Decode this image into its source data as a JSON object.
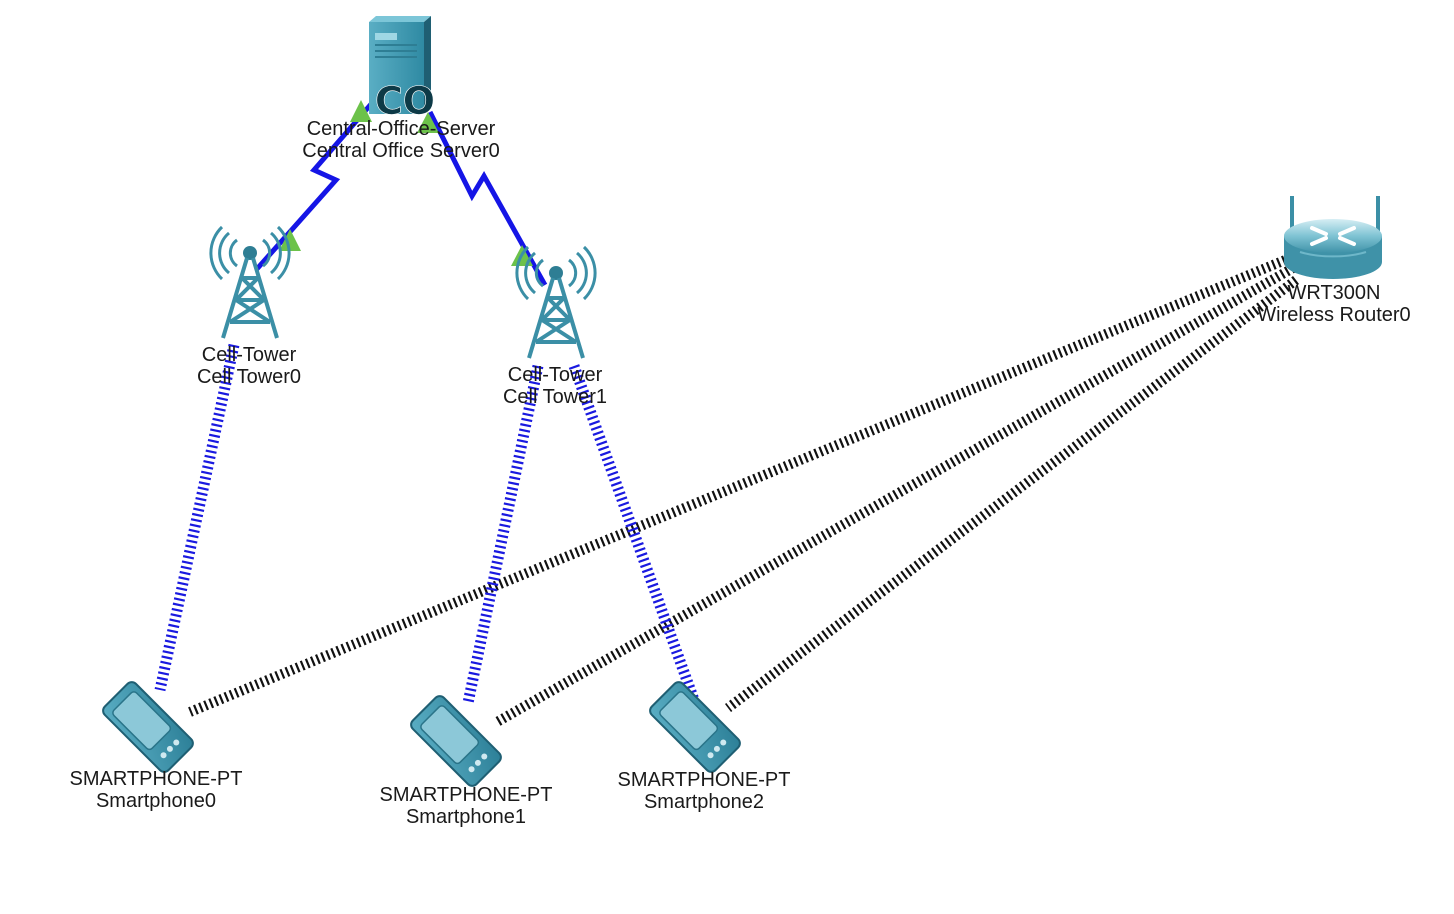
{
  "colors": {
    "serial_link": "#1515e6",
    "cell_link": "#1a1ae0",
    "wifi_link": "#111111",
    "link_up": "#6cc24a",
    "device_teal": "#3b8fa6",
    "device_dark": "#1f5f73"
  },
  "devices": {
    "server": {
      "model": "Central-Office-Server",
      "name": "Central Office Server0",
      "badge": "CO",
      "icon": "server-icon"
    },
    "tower0": {
      "model": "Cell-Tower",
      "name": "Cell Tower0",
      "icon": "cell-tower-icon"
    },
    "tower1": {
      "model": "Cell-Tower",
      "name": "Cell Tower1",
      "icon": "cell-tower-icon"
    },
    "router": {
      "model": "WRT300N",
      "name": "Wireless Router0",
      "icon": "wireless-router-icon"
    },
    "phone0": {
      "model": "SMARTPHONE-PT",
      "name": "Smartphone0",
      "icon": "smartphone-icon"
    },
    "phone1": {
      "model": "SMARTPHONE-PT",
      "name": "Smartphone1",
      "icon": "smartphone-icon"
    },
    "phone2": {
      "model": "SMARTPHONE-PT",
      "name": "Smartphone2",
      "icon": "smartphone-icon"
    }
  },
  "links": [
    {
      "from": "server",
      "to": "tower0",
      "type": "serial"
    },
    {
      "from": "server",
      "to": "tower1",
      "type": "serial"
    },
    {
      "from": "tower0",
      "to": "phone0",
      "type": "cellular"
    },
    {
      "from": "tower1",
      "to": "phone1",
      "type": "cellular"
    },
    {
      "from": "tower1",
      "to": "phone2",
      "type": "cellular"
    },
    {
      "from": "router",
      "to": "phone0",
      "type": "wireless"
    },
    {
      "from": "router",
      "to": "phone1",
      "type": "wireless"
    },
    {
      "from": "router",
      "to": "phone2",
      "type": "wireless"
    }
  ]
}
